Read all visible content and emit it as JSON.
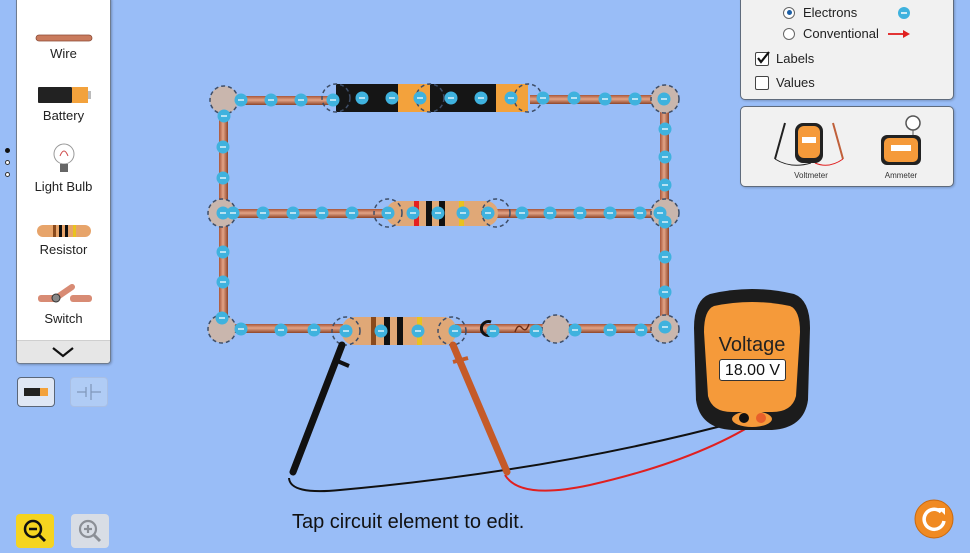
{
  "toolbox": {
    "items": [
      {
        "label": "Wire",
        "icon": "wire-icon"
      },
      {
        "label": "Battery",
        "icon": "battery-icon"
      },
      {
        "label": "Light Bulb",
        "icon": "light-bulb-icon"
      },
      {
        "label": "Resistor",
        "icon": "resistor-icon"
      },
      {
        "label": "Switch",
        "icon": "switch-icon"
      }
    ],
    "scroll_icon": "chevron-down-icon",
    "page_dots": [
      true,
      false,
      false
    ]
  },
  "view_toggle": {
    "lifelike": "battery-view-icon",
    "schematic": "schematic-battery-icon"
  },
  "zoom": {
    "zoom_out": "zoom-out-icon",
    "zoom_in": "zoom-in-icon"
  },
  "options_panel": {
    "current_mode": [
      {
        "label": "Electrons",
        "selected": true,
        "icon": "electron-icon"
      },
      {
        "label": "Conventional",
        "selected": false,
        "icon": "red-arrow-icon"
      }
    ],
    "labels": {
      "label": "Labels",
      "checked": true
    },
    "values": {
      "label": "Values",
      "checked": false
    }
  },
  "tools_panel": {
    "voltmeter": "Voltmeter",
    "ammeter": "Ammeter"
  },
  "voltmeter": {
    "title": "Voltage",
    "reading": "18.00 V"
  },
  "status_message": "Tap circuit element to edit.",
  "reset_button": "reset-icon",
  "colors": {
    "background": "#99bdf7",
    "meter_orange": "#f59a3a",
    "electron": "#3fb2de",
    "wire": "#c87b57"
  }
}
